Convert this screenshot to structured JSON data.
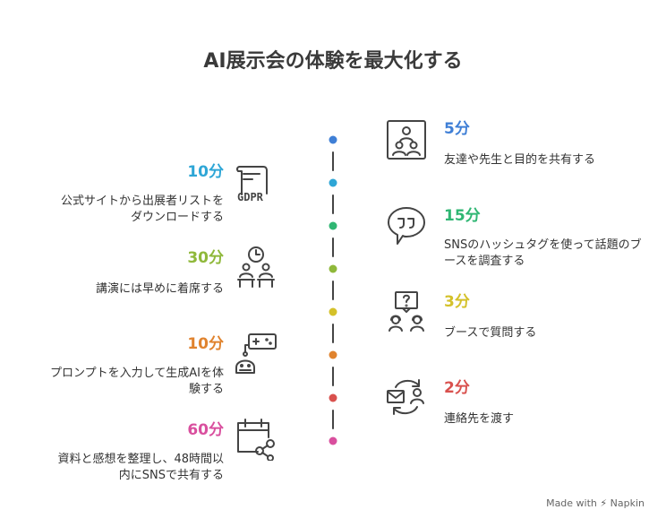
{
  "title": "AI展示会の体験を最大化する",
  "timeline": {
    "right": [
      {
        "duration": "5分",
        "description": "友達や先生と目的を共有する",
        "color": "#3f7fd6",
        "icon": "group-portrait-icon"
      },
      {
        "duration": "15分",
        "description": "SNSのハッシュタグを使って話題のブースを調査する",
        "color": "#2fb673",
        "icon": "quote-bubble-icon"
      },
      {
        "duration": "3分",
        "description": "ブースで質問する",
        "color": "#d4c12a",
        "icon": "question-people-icon"
      },
      {
        "duration": "2分",
        "description": "連絡先を渡す",
        "color": "#d9514e",
        "icon": "exchange-contact-icon"
      }
    ],
    "left": [
      {
        "duration": "10分",
        "description_lines": [
          "公式サイトから出展者リストを",
          "ダウンロードする"
        ],
        "color": "#2ea6d6",
        "icon": "gdpr-document-icon"
      },
      {
        "duration": "30分",
        "description_lines": [
          "講演には早めに着席する"
        ],
        "color": "#8fb83a",
        "icon": "seated-clock-icon"
      },
      {
        "duration": "10分",
        "description_lines": [
          "プロンプトを入力して生成AIを体",
          "験する"
        ],
        "color": "#e0832e",
        "icon": "robot-gamepad-icon"
      },
      {
        "duration": "60分",
        "description_lines": [
          "資料と感想を整理し、48時間以",
          "内にSNSで共有する"
        ],
        "color": "#d94f9e",
        "icon": "calendar-share-icon"
      }
    ],
    "dot_colors": [
      "#3f7fd6",
      "#2ea6d6",
      "#2fb673",
      "#8fb83a",
      "#d4c12a",
      "#e0832e",
      "#d9514e",
      "#d94f9e"
    ]
  },
  "footer": {
    "made_with": "Made with",
    "brand": "Napkin"
  }
}
